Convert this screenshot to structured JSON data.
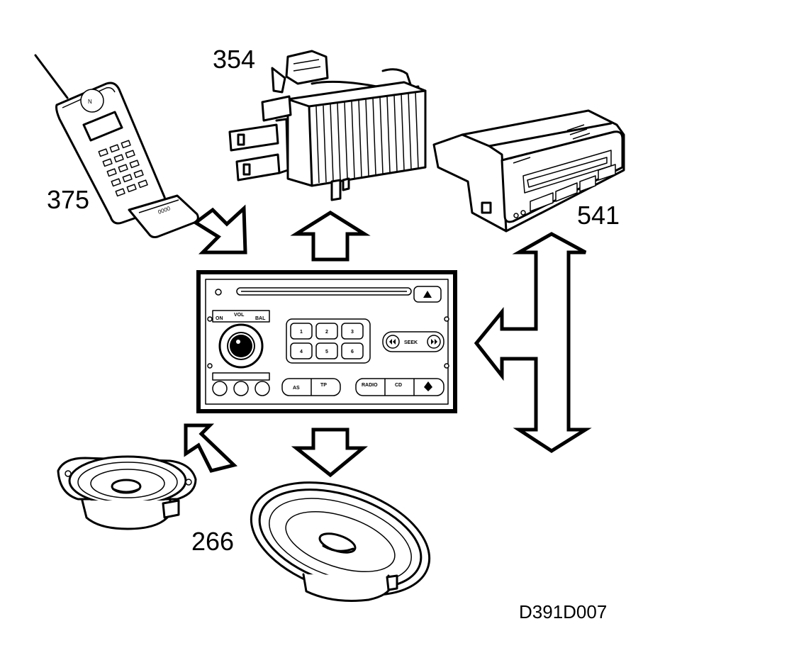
{
  "labels": {
    "phone": "375",
    "amplifier": "354",
    "display": "541",
    "speakers": "266",
    "reference": "D391D007"
  },
  "radio": {
    "on_label": "ON",
    "vol_label": "VOL",
    "bal_label": "BAL",
    "presets": [
      "1",
      "2",
      "3",
      "4",
      "5",
      "6"
    ],
    "seek_label": "SEEK",
    "as_label": "AS",
    "tp_label": "TP",
    "radio_label": "RADIO",
    "cd_label": "CD"
  },
  "icons": [
    "mobile-phone-icon",
    "amplifier-icon",
    "info-display-icon",
    "radio-head-unit-icon",
    "speaker-icon"
  ]
}
